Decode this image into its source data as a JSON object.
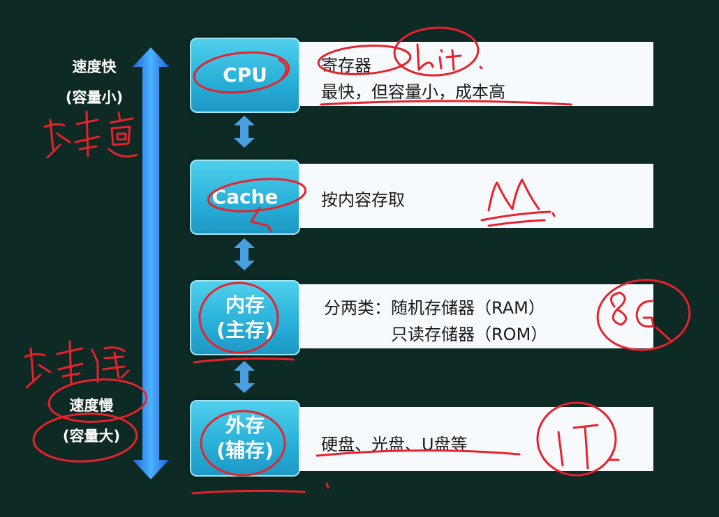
{
  "axis": {
    "top_label_1": "速度快",
    "top_label_2": "(容量小)",
    "bottom_label_1": "速度慢",
    "bottom_label_2": "(容量大)",
    "gradient_top": "#3fa8ff",
    "gradient_bottom": "#1f66d6"
  },
  "tiers": [
    {
      "name_line1": "CPU",
      "name_line2": "",
      "desc_line1": "寄存器",
      "desc_line2": "最快，但容量小，成本高"
    },
    {
      "name_line1": "Cache",
      "name_line2": "",
      "desc_line1": "按内容存取",
      "desc_line2": ""
    },
    {
      "name_line1": "内存",
      "name_line2": "(主存)",
      "desc_line1": "分两类：随机存储器（RAM）",
      "desc_line2": "只读存储器（ROM）"
    },
    {
      "name_line1": "外存",
      "name_line2": "(辅存)",
      "desc_line1": "硬盘、光盘、U盘等",
      "desc_line2": ""
    }
  ],
  "handwriting": {
    "cost_high": "成本高",
    "cost_low": "成本低",
    "cpu_unit": "bit",
    "cache_unit": "M",
    "memory_unit": "8G",
    "storage_unit": "1T",
    "ink_color": "#e8212b"
  },
  "colors": {
    "background": "#0d2a24",
    "box": "#2bb6dc",
    "panel": "#f7fafd",
    "connector": "#4a9fe0"
  }
}
